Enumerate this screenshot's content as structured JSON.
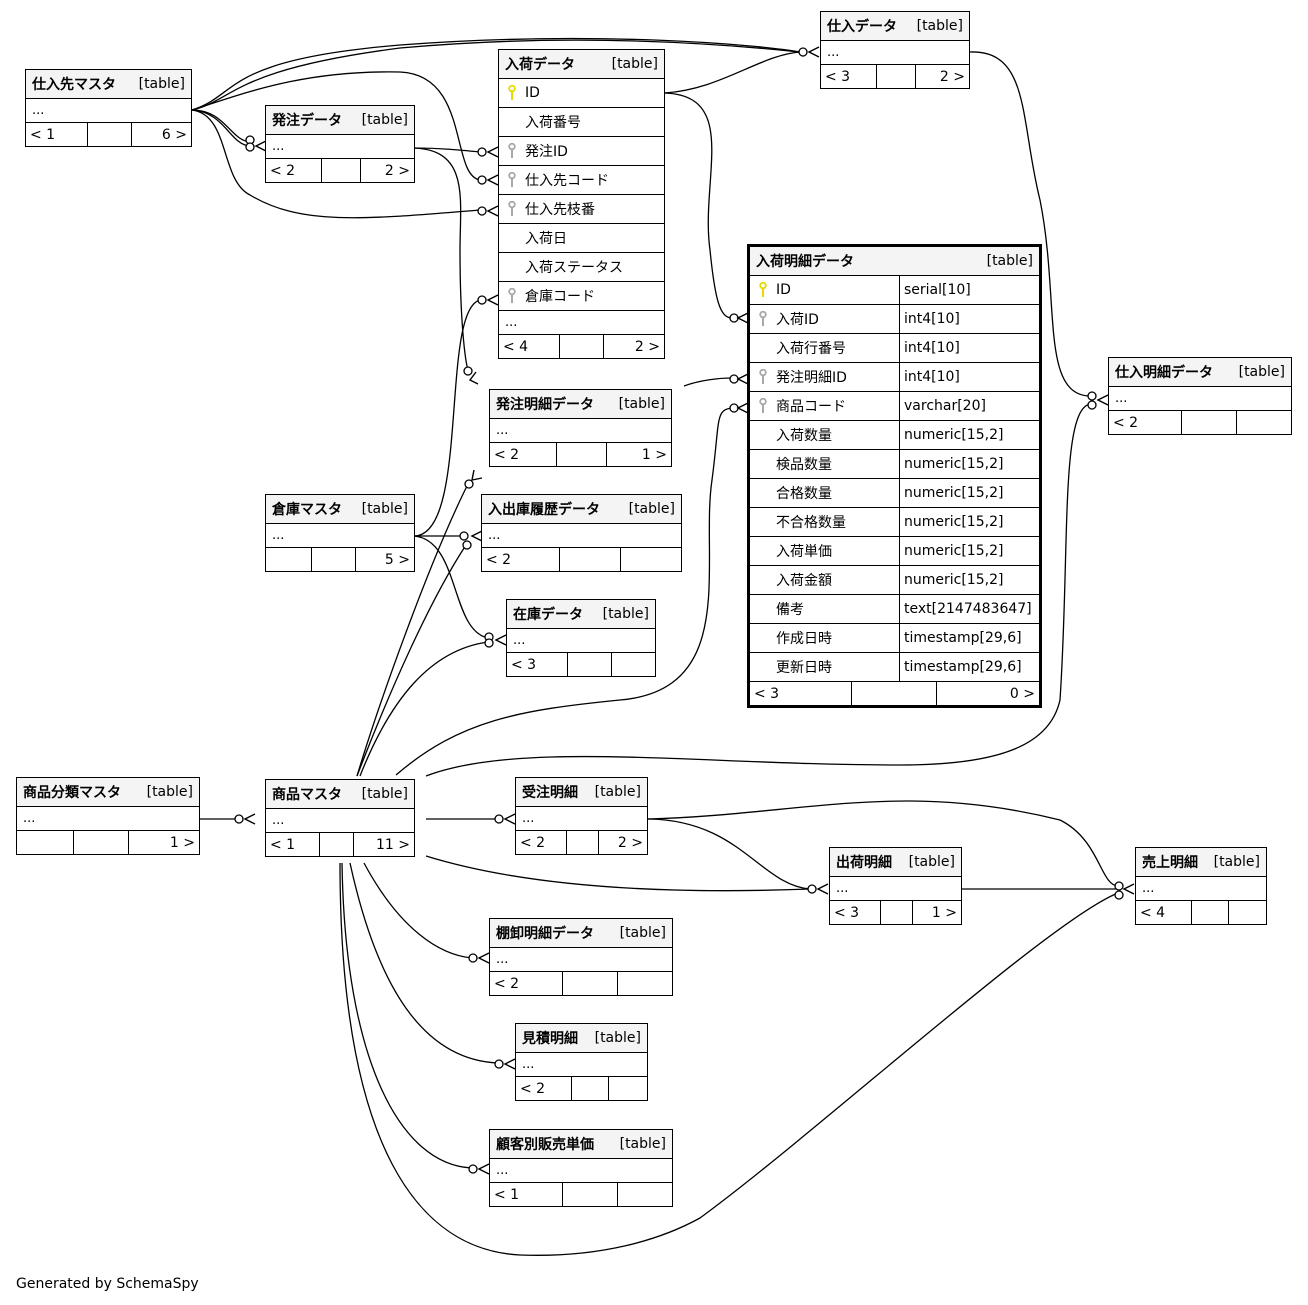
{
  "footer": "Generated by SchemaSpy",
  "type_label": "[table]",
  "ellipsis": "...",
  "tables": {
    "shiiresaki_master": {
      "name": "仕入先マスタ",
      "parents": "< 1",
      "children": "6 >"
    },
    "hacchu_data": {
      "name": "発注データ",
      "parents": "< 2",
      "children": "2 >"
    },
    "nyuka_data": {
      "name": "入荷データ",
      "parents": "< 4",
      "children": "2 >",
      "columns": [
        {
          "name": "ID",
          "key": "primary"
        },
        {
          "name": "入荷番号",
          "key": "none"
        },
        {
          "name": "発注ID",
          "key": "foreign"
        },
        {
          "name": "仕入先コード",
          "key": "foreign"
        },
        {
          "name": "仕入先枝番",
          "key": "foreign"
        },
        {
          "name": "入荷日",
          "key": "none"
        },
        {
          "name": "入荷ステータス",
          "key": "none"
        },
        {
          "name": "倉庫コード",
          "key": "foreign"
        }
      ]
    },
    "shiire_data": {
      "name": "仕入データ",
      "parents": "< 3",
      "children": "2 >"
    },
    "nyuka_meisai_data": {
      "name": "入荷明細データ",
      "parents": "< 3",
      "children": "0 >",
      "columns": [
        {
          "name": "ID",
          "type": "serial[10]",
          "key": "primary"
        },
        {
          "name": "入荷ID",
          "type": "int4[10]",
          "key": "foreign"
        },
        {
          "name": "入荷行番号",
          "type": "int4[10]",
          "key": "none"
        },
        {
          "name": "発注明細ID",
          "type": "int4[10]",
          "key": "foreign"
        },
        {
          "name": "商品コード",
          "type": "varchar[20]",
          "key": "foreign"
        },
        {
          "name": "入荷数量",
          "type": "numeric[15,2]",
          "key": "none"
        },
        {
          "name": "検品数量",
          "type": "numeric[15,2]",
          "key": "none"
        },
        {
          "name": "合格数量",
          "type": "numeric[15,2]",
          "key": "none"
        },
        {
          "name": "不合格数量",
          "type": "numeric[15,2]",
          "key": "none"
        },
        {
          "name": "入荷単価",
          "type": "numeric[15,2]",
          "key": "none"
        },
        {
          "name": "入荷金額",
          "type": "numeric[15,2]",
          "key": "none"
        },
        {
          "name": "備考",
          "type": "text[2147483647]",
          "key": "none"
        },
        {
          "name": "作成日時",
          "type": "timestamp[29,6]",
          "key": "none"
        },
        {
          "name": "更新日時",
          "type": "timestamp[29,6]",
          "key": "none"
        }
      ]
    },
    "shiire_meisai_data": {
      "name": "仕入明細データ",
      "parents": "< 2",
      "children": ""
    },
    "hacchu_meisai_data": {
      "name": "発注明細データ",
      "parents": "< 2",
      "children": "1 >"
    },
    "soko_master": {
      "name": "倉庫マスタ",
      "parents": "",
      "children": "5 >"
    },
    "nyushukko_rireki_data": {
      "name": "入出庫履歴データ",
      "parents": "< 2",
      "children": ""
    },
    "zaiko_data": {
      "name": "在庫データ",
      "parents": "< 3",
      "children": ""
    },
    "shohin_bunrui_master": {
      "name": "商品分類マスタ",
      "parents": "",
      "children": "1 >"
    },
    "shohin_master": {
      "name": "商品マスタ",
      "parents": "< 1",
      "children": "11 >"
    },
    "juchu_meisai": {
      "name": "受注明細",
      "parents": "< 2",
      "children": "2 >"
    },
    "shukka_meisai": {
      "name": "出荷明細",
      "parents": "< 3",
      "children": "1 >"
    },
    "uriage_meisai": {
      "name": "売上明細",
      "parents": "< 4",
      "children": ""
    },
    "tanaoroshi_meisai_data": {
      "name": "棚卸明細データ",
      "parents": "< 2",
      "children": ""
    },
    "mitsumori_meisai": {
      "name": "見積明細",
      "parents": "< 2",
      "children": ""
    },
    "kokyaku_betsu_hanbai_tanka": {
      "name": "顧客別販売単価",
      "parents": "< 1",
      "children": ""
    }
  },
  "colors": {
    "primary_key": "#e6d800",
    "foreign_key": "#a8a8a8",
    "header_bg": "#f4f4f4",
    "line": "#000000"
  }
}
